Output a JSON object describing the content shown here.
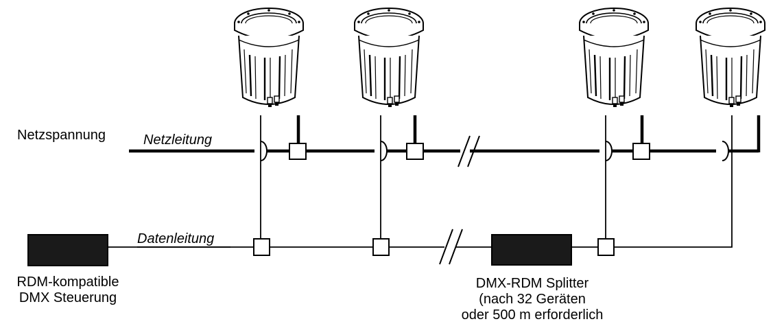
{
  "labels": {
    "mains_voltage": "Netzspannung",
    "power_line": "Netzleitung",
    "data_line": "Datenleitung",
    "controller": [
      "RDM-kompatible",
      "DMX Steuerung"
    ],
    "splitter": [
      "DMX-RDM Splitter",
      "(nach 32 Geräten",
      "oder 500 m erforderlich"
    ]
  },
  "fixtures": [
    {
      "name": "fixture-1"
    },
    {
      "name": "fixture-2"
    },
    {
      "name": "fixture-3"
    },
    {
      "name": "fixture-4"
    }
  ],
  "colors": {
    "line": "#000000",
    "box_fill": "#1a1a1a",
    "background": "#ffffff"
  }
}
